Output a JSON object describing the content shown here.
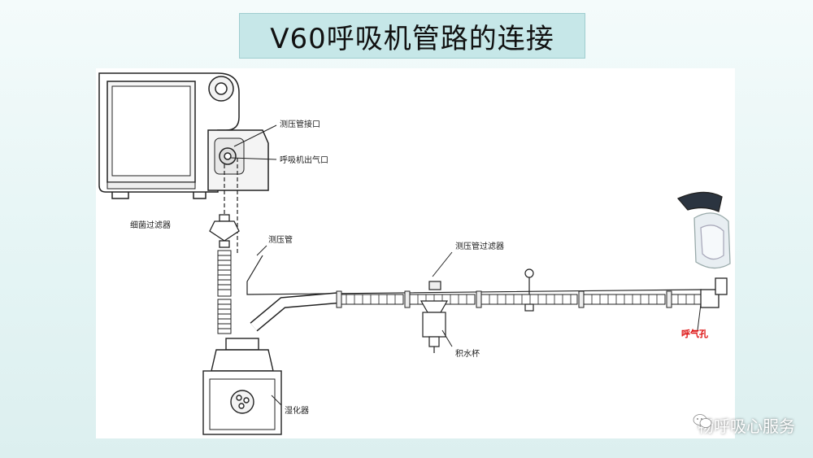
{
  "title": "V60呼吸机管路的连接",
  "labels": {
    "pressure_port": "测压管接口",
    "ventilator_outlet": "呼吸机出气口",
    "bacteria_filter": "细菌过滤器",
    "pressure_tube": "测压管",
    "pressure_tube_filter": "测压管过滤器",
    "water_trap": "积水杯",
    "humidifier": "湿化器",
    "exhalation_port": "呼气孔"
  },
  "watermark": "畅呼吸心服务",
  "icons": [
    "wechat-icon"
  ],
  "colors": {
    "title_bg": "#c6e7e8",
    "exhalation_label": "#dd1111"
  }
}
